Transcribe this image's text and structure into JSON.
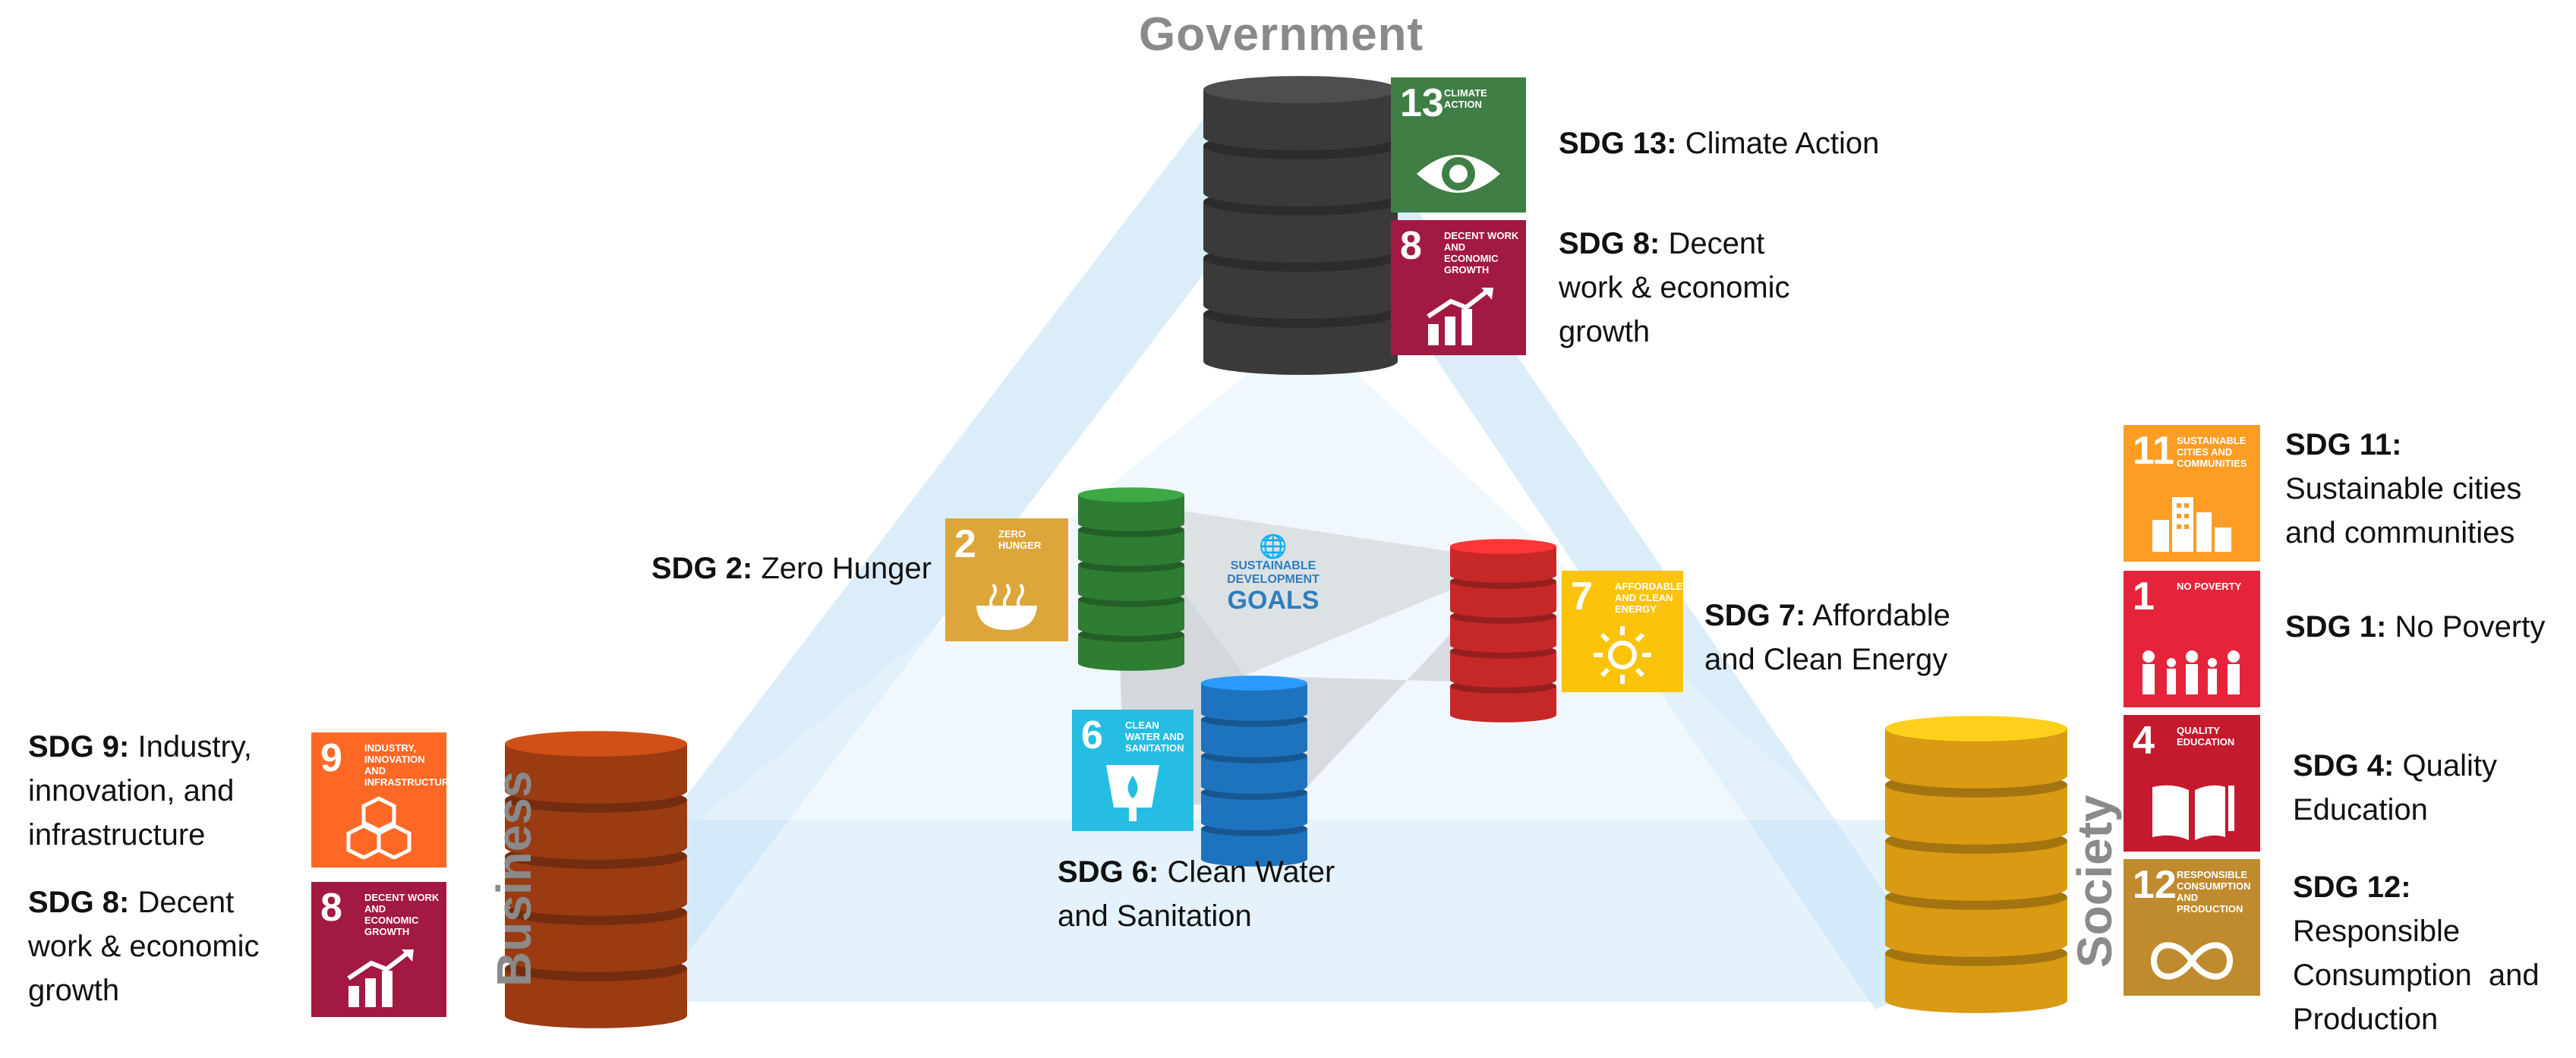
{
  "axes": {
    "government": "Government",
    "business": "Business",
    "society": "Society"
  },
  "center_logo": {
    "line1": "SUSTAINABLE",
    "line2": "DEVELOPMENT",
    "line3": "GOALS"
  },
  "tiles": {
    "t13": {
      "num": "13",
      "title": "CLIMATE ACTION",
      "color": "#3f7e44",
      "icon": "eye-globe-icon"
    },
    "t8top": {
      "num": "8",
      "title": "DECENT WORK AND ECONOMIC GROWTH",
      "color": "#a21942",
      "icon": "growth-chart-icon"
    },
    "t2": {
      "num": "2",
      "title": "ZERO HUNGER",
      "color": "#dda63a",
      "icon": "bowl-icon"
    },
    "t7": {
      "num": "7",
      "title": "AFFORDABLE AND CLEAN ENERGY",
      "color": "#fcc30b",
      "icon": "sun-icon"
    },
    "t6": {
      "num": "6",
      "title": "CLEAN WATER AND SANITATION",
      "color": "#26bde2",
      "icon": "water-drop-icon"
    },
    "t9": {
      "num": "9",
      "title": "INDUSTRY, INNOVATION AND INFRASTRUCTURE",
      "color": "#fd6925",
      "icon": "cubes-icon"
    },
    "t8left": {
      "num": "8",
      "title": "DECENT WORK AND ECONOMIC GROWTH",
      "color": "#a21942",
      "icon": "growth-chart-icon"
    },
    "t11": {
      "num": "11",
      "title": "SUSTAINABLE CITIES AND COMMUNITIES",
      "color": "#fd9d24",
      "icon": "city-icon"
    },
    "t1": {
      "num": "1",
      "title": "NO POVERTY",
      "color": "#e5243b",
      "icon": "family-icon"
    },
    "t4": {
      "num": "4",
      "title": "QUALITY EDUCATION",
      "color": "#c5192d",
      "icon": "book-icon"
    },
    "t12": {
      "num": "12",
      "title": "RESPONSIBLE CONSUMPTION AND PRODUCTION",
      "color": "#bf8b2e",
      "icon": "infinity-icon"
    }
  },
  "labels": {
    "sdg13": {
      "code": "SDG 13:",
      "lines": [
        "Climate Action"
      ]
    },
    "sdg8_top": {
      "code": "SDG 8:",
      "lines": [
        "Decent",
        "work & economic",
        "growth"
      ]
    },
    "sdg2": {
      "code": "SDG 2:",
      "lines": [
        "Zero Hunger"
      ]
    },
    "sdg7": {
      "code": "SDG 7:",
      "lines": [
        "Affordable",
        "and Clean Energy"
      ]
    },
    "sdg6": {
      "code": "SDG 6:",
      "lines": [
        "Clean Water",
        "and Sanitation"
      ]
    },
    "sdg9": {
      "code": "SDG 9:",
      "lines": [
        "Industry,",
        "innovation, and",
        "infrastructure"
      ]
    },
    "sdg8_left": {
      "code": "SDG 8:",
      "lines": [
        "Decent",
        "work & economic",
        "growth"
      ]
    },
    "sdg11": {
      "code": "SDG 11:",
      "lines": [
        "",
        "Sustainable cities",
        "and communities"
      ]
    },
    "sdg1": {
      "code": "SDG 1:",
      "lines": [
        "No Poverty"
      ]
    },
    "sdg4": {
      "code": "SDG 4:",
      "lines": [
        "Quality",
        "Education"
      ]
    },
    "sdg12": {
      "code": "SDG 12:",
      "lines": [
        "",
        "Responsible",
        "Consumption  and",
        "Production"
      ]
    }
  },
  "colors": {
    "government_db": "#3a3a3a",
    "business_db": "#9a3b12",
    "society_db": "#d99a14",
    "green_db": "#2e7d32",
    "blue_db": "#1e73be",
    "red_db": "#c62828",
    "triangle_fill": "#cfe7f7",
    "inner_shade": "#bdbdbd",
    "axis_text": "#8a8a8a"
  }
}
